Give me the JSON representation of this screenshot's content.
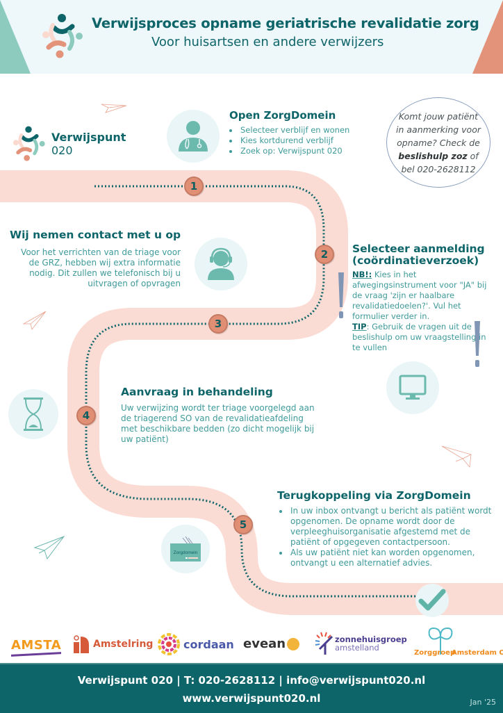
{
  "header": {
    "title": "Verwijsproces opname geriatrische revalidatie zorg",
    "subtitle": "Voor huisartsen en andere verwijzers"
  },
  "brand": {
    "name": "Verwijspunt",
    "number": "020"
  },
  "colors": {
    "teal_dark": "#0e6569",
    "teal_light": "#3f9a9a",
    "mint": "#8ccbbd",
    "salmon": "#e2937a",
    "road": "#fbdcd4",
    "exclamation": "#8096b4"
  },
  "bubble": {
    "line1": "Komt jouw patiënt",
    "line2": "in aanmerking voor",
    "line3": "opname? Check de",
    "bold": "beslishulp zoz",
    "after_bold": " of",
    "line5": "bel 020-2628112"
  },
  "steps": [
    {
      "number": "1",
      "title": "Open ZorgDomein",
      "icon": "doctor-icon",
      "bullets": [
        "Selecteer verblijf en wonen",
        "Kies kortdurend verblijf",
        "Zoek op: Verwijspunt 020"
      ]
    },
    {
      "number": "2",
      "title_line1": "Selecteer aanmelding",
      "title_line2": "(coördinatieverzoek)",
      "icon": "computer-monitor-icon",
      "nb_label": "NB!:",
      "nb_text": " Kies in het afwegingsinstrument voor \"JA\" bij de vraag 'zijn er haalbare revalidatiedoelen?'. Vul het formulier verder in.",
      "tip_label": "TIP",
      "tip_text": ": Gebruik de vragen uit de beslishulp om uw vraagstelling in te vullen"
    },
    {
      "number": "3",
      "title": "Wij nemen contact met u op",
      "icon": "headset-agent-icon",
      "text": "Voor het verrichten van de triage voor de GRZ, hebben wij extra informatie nodig. Dit zullen we telefonisch bij u uitvragen of opvragen"
    },
    {
      "number": "4",
      "title": "Aanvraag in behandeling",
      "icon": "hourglass-icon",
      "text": "Uw verwijzing wordt ter triage voorgelegd aan de triagerend SO van de revalidatieafdeling met beschikbare bedden (zo dicht mogelijk bij uw patiënt)"
    },
    {
      "number": "5",
      "title": "Terugkoppeling via ZorgDomein",
      "icon": "zorgdomein-mailbox-icon",
      "icon_label": "Zorgdomein",
      "bullets": [
        "In uw inbox ontvangt u bericht als patiënt wordt opgenomen. De opname wordt door de verpleeghuisorganisatie afgestemd met de patiënt of opgegeven contactpersoon.",
        "Als uw patiënt niet kan worden opgenomen, ontvangt u een alternatief advies."
      ]
    }
  ],
  "partners": [
    {
      "name": "AMSTA",
      "color": "#f39a1d"
    },
    {
      "name": "Amstelring",
      "color": "#d65a3a"
    },
    {
      "name": "cordaan",
      "color": "#4a5aa8"
    },
    {
      "name": "evean",
      "color": "#333333"
    },
    {
      "name": "zonnehuisgroep",
      "sub": "amstelland",
      "color": "#4a3f8f"
    },
    {
      "name": "Zorggroep",
      "sub": "Amsterdam Oost",
      "color": "#f08a1c"
    }
  ],
  "footer": {
    "line1": "Verwijspunt 020 | T: 020-2628112 | info@verwijspunt020.nl",
    "line2": "www.verwijspunt020.nl",
    "date": "Jan '25"
  }
}
